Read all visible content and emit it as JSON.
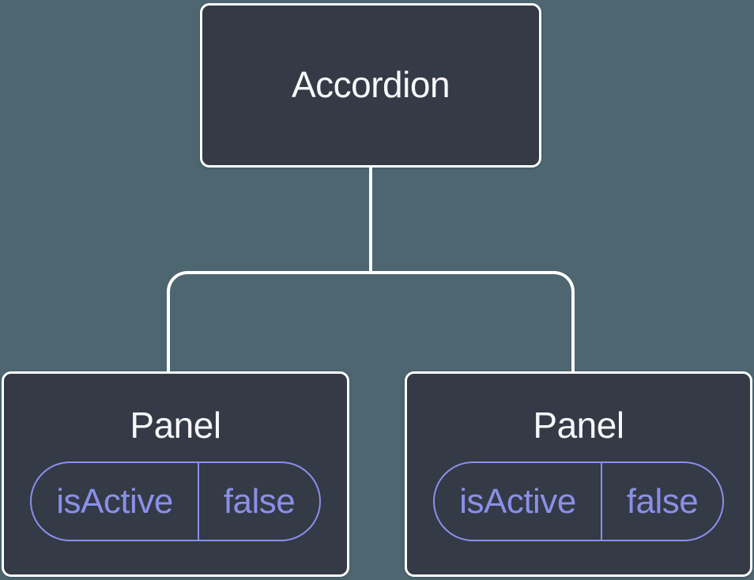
{
  "diagram": {
    "root_node": {
      "label": "Accordion"
    },
    "panels": [
      {
        "label": "Panel",
        "state_key": "isActive",
        "state_value": "false"
      },
      {
        "label": "Panel",
        "state_key": "isActive",
        "state_value": "false"
      }
    ]
  },
  "theme": {
    "background": "#4d6670",
    "node_fill": "#343a46",
    "node_border": "#ffffff",
    "node_text": "#f6f7f9",
    "state_accent": "#8a90e8",
    "connector": "#ffffff"
  }
}
